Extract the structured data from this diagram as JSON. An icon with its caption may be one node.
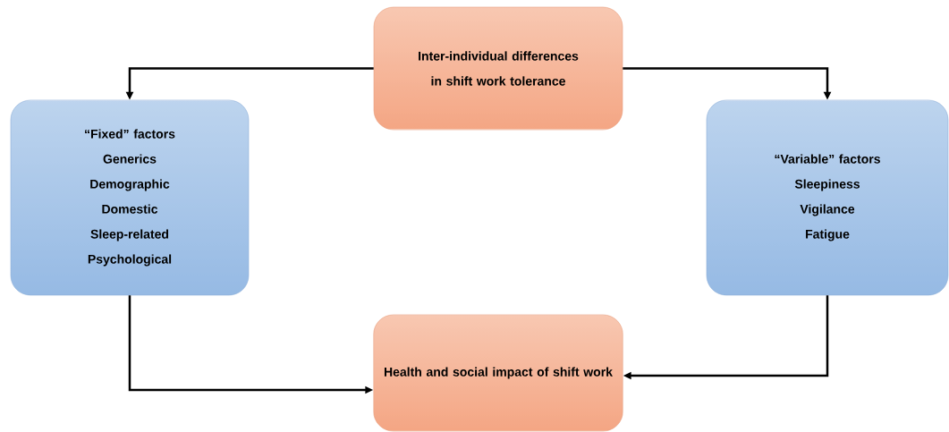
{
  "diagram": {
    "nodes": [
      {
        "text": [
          "Inter-individual differences in shift work tolerance"
        ]
      },
      {
        "text": [
          "“Fixed” factors",
          "Generics",
          "Demographic",
          "Domestic",
          "Sleep-related",
          "Psychological"
        ]
      },
      {
        "text": [
          "“Variable” factors",
          "Sleepiness",
          "Vigilance",
          "Fatigue"
        ]
      },
      {
        "text": [
          "Health and social impact of shift work"
        ]
      }
    ],
    "edges": [
      {
        "from": 0,
        "to": 1,
        "arrow": "to"
      },
      {
        "from": 0,
        "to": 2,
        "arrow": "to"
      },
      {
        "from": 1,
        "to": 3,
        "arrow": "to"
      },
      {
        "from": 2,
        "to": 3,
        "arrow": "to"
      }
    ]
  }
}
